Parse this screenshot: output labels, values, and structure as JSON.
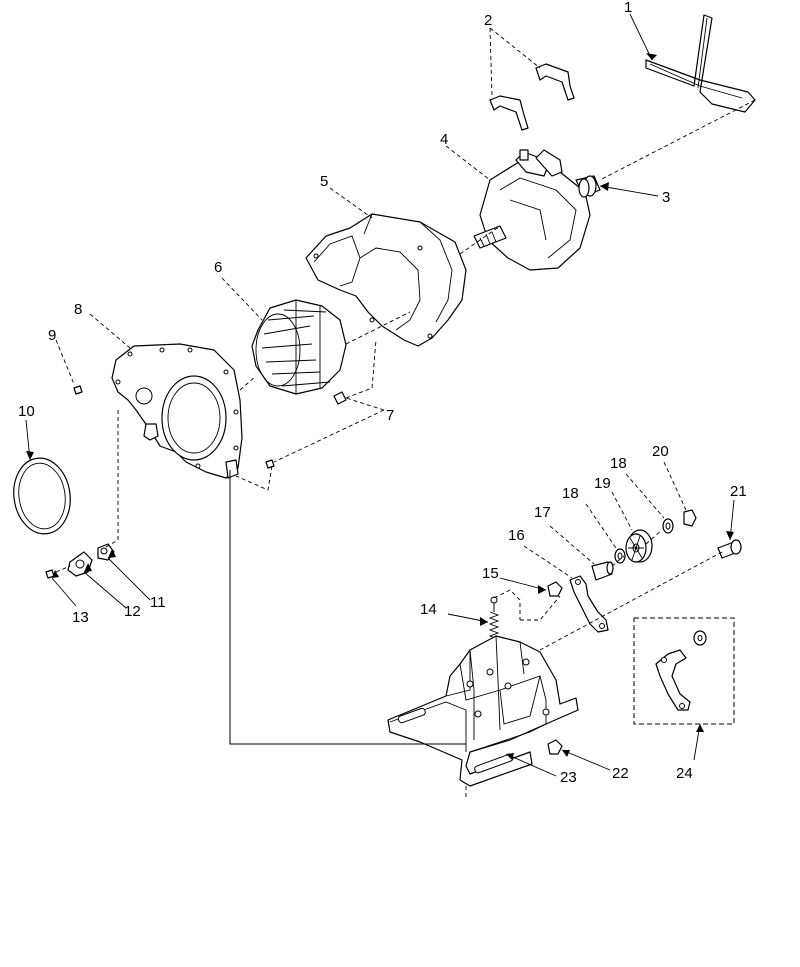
{
  "callouts": [
    "1",
    "2",
    "3",
    "4",
    "5",
    "6",
    "7",
    "8",
    "9",
    "10",
    "11",
    "12",
    "13",
    "14",
    "15",
    "16",
    "17",
    "18",
    "18",
    "19",
    "20",
    "21",
    "22",
    "23",
    "24"
  ],
  "colors": {
    "line": "#000000",
    "background": "#ffffff"
  }
}
